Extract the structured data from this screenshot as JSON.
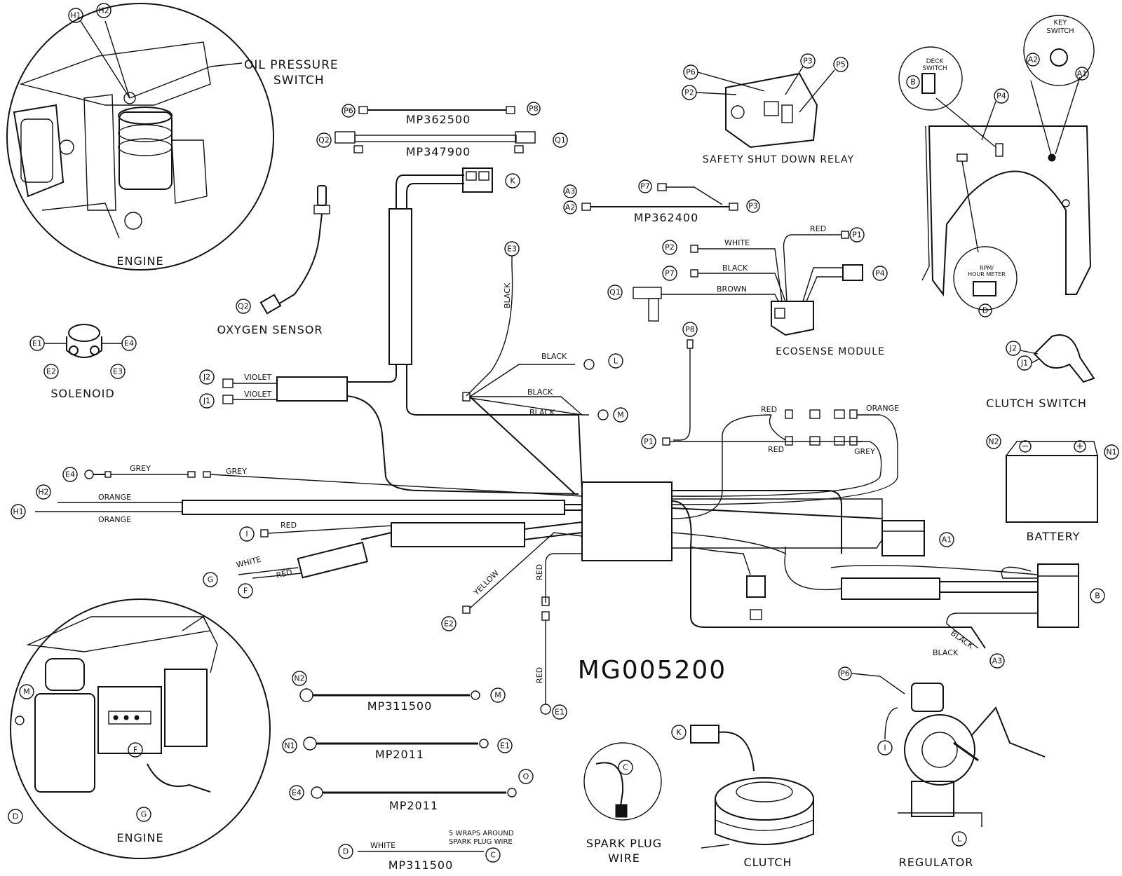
{
  "diagram_number": "MG005200",
  "components": {
    "engine_top": "ENGINE",
    "oil_pressure_switch": [
      "OIL PRESSURE",
      "SWITCH"
    ],
    "engine_bottom": "ENGINE",
    "solenoid": "SOLENOID",
    "oxygen_sensor": "OXYGEN SENSOR",
    "safety_relay": "SAFETY SHUT DOWN RELAY",
    "ecosense": "ECOSENSE MODULE",
    "clutch_switch": "CLUTCH SWITCH",
    "battery": "BATTERY",
    "spark_plug_wire": [
      "SPARK PLUG",
      "WIRE"
    ],
    "clutch": "CLUTCH",
    "regulator": "REGULATOR",
    "key_switch": [
      "KEY",
      "SWITCH"
    ],
    "deck_switch": [
      "DECK",
      "SWITCH"
    ],
    "rpm_meter": [
      "RPM/",
      "HOUR METER"
    ]
  },
  "part_numbers": {
    "p6_p8": "MP362500",
    "q1_q2": "MP347900",
    "a_p": "MP362400",
    "n2_m": "MP311500",
    "n1_e1": "MP2011",
    "e4_o": "MP2011",
    "d_c": "MP311500"
  },
  "notes": {
    "wraps": [
      "5 WRAPS AROUND",
      "SPARK PLUG WIRE"
    ]
  },
  "wire_colors": {
    "violet_j2": "VIOLET",
    "violet_j1": "VIOLET",
    "black_e3": "BLACK",
    "black_l": "BLACK",
    "black_m1": "BLACK",
    "black_m2": "BLACK",
    "grey_e4": "GREY",
    "grey_e4b": "GREY",
    "orange_h2": "ORANGE",
    "orange_h1": "ORANGE",
    "red_i": "RED",
    "white_g": "WHITE",
    "red_f": "RED",
    "yellow_e2": "YELLOW",
    "red_e1a": "RED",
    "red_e1b": "RED",
    "white_p2": "WHITE",
    "black_p7": "BLACK",
    "brown_q1": "BROWN",
    "red_p1": "RED",
    "red_top": "RED",
    "orange_top": "ORANGE",
    "red_bot": "RED",
    "grey_bot": "GREY",
    "black_a3a": "BLACK",
    "black_a3b": "BLACK",
    "white_d": "WHITE"
  },
  "callouts": {
    "H1": "H1",
    "H2": "H2",
    "P6": "P6",
    "P8": "P8",
    "Q2": "Q2",
    "Q1": "Q1",
    "K": "K",
    "A3": "A3",
    "A2": "A2",
    "P7": "P7",
    "P3": "P3",
    "P2": "P2",
    "P5": "P5",
    "P1": "P1",
    "P4": "P4",
    "A1": "A1",
    "B": "B",
    "E3": "E3",
    "E1": "E1",
    "E2": "E2",
    "E4": "E4",
    "J2": "J2",
    "J1": "J1",
    "L": "L",
    "M": "M",
    "I": "I",
    "G": "G",
    "F": "F",
    "N1": "N1",
    "N2": "N2",
    "O": "O",
    "D": "D",
    "C": "C"
  }
}
